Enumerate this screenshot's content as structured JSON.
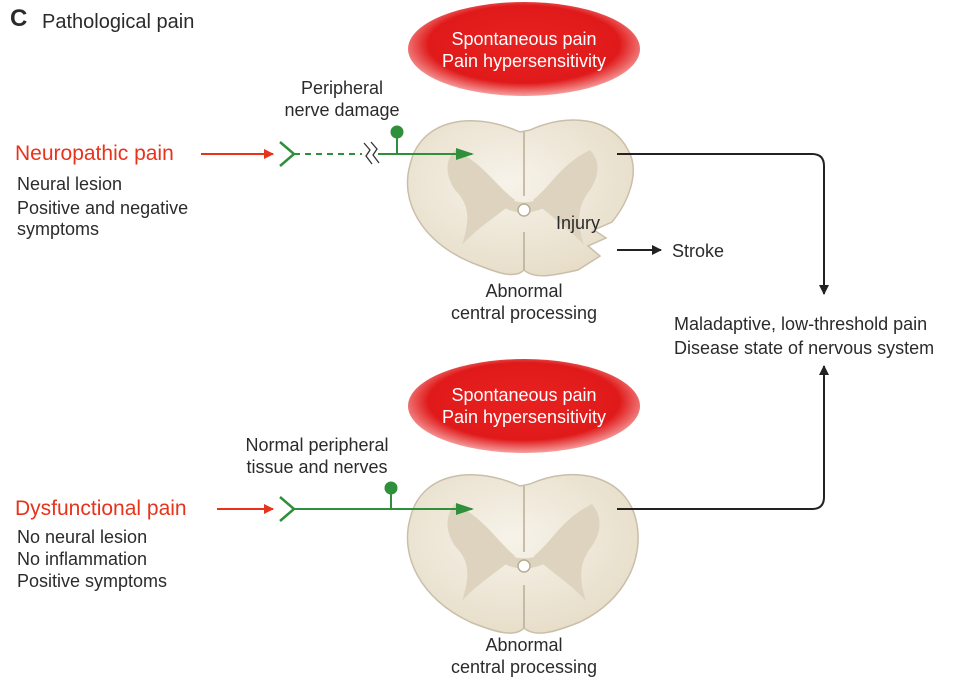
{
  "panel": {
    "letter": "C",
    "title": "Pathological pain"
  },
  "top": {
    "bubble_line1": "Spontaneous pain",
    "bubble_line2": "Pain hypersensitivity",
    "nerve_label_line1": "Peripheral",
    "nerve_label_line2": "nerve damage",
    "pain_type": "Neuropathic pain",
    "desc_line1": "Neural lesion",
    "desc_line2": "Positive and negative",
    "desc_line3": "symptoms",
    "injury_label": "Injury",
    "stroke_label": "Stroke",
    "processing_line1": "Abnormal",
    "processing_line2": "central processing"
  },
  "bottom": {
    "bubble_line1": "Spontaneous pain",
    "bubble_line2": "Pain hypersensitivity",
    "nerve_label_line1": "Normal peripheral",
    "nerve_label_line2": "tissue and nerves",
    "pain_type": "Dysfunctional pain",
    "desc_line1": "No neural lesion",
    "desc_line2": "No inflammation",
    "desc_line3": "Positive symptoms",
    "processing_line1": "Abnormal",
    "processing_line2": "central processing"
  },
  "outcome": {
    "line1": "Maladaptive, low-threshold pain",
    "line2": "Disease state of nervous system"
  },
  "colors": {
    "red_text": "#e8331c",
    "bubble_red": "#e21d1d",
    "nerve_green": "#2f8f3a",
    "cord_fill": "#f3eee2",
    "grey_matter": "#ddd3bf"
  }
}
